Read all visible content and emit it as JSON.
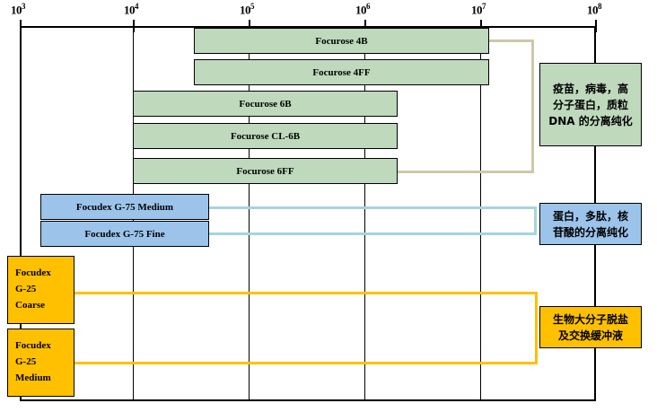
{
  "chart_data": {
    "type": "bar",
    "title": "",
    "xlabel": "",
    "ylabel": "",
    "orientation": "horizontal",
    "xscale": "log",
    "xlim": [
      1000,
      100000000
    ],
    "grid": true,
    "legend_position": "right-callouts",
    "axis": {
      "ticks": [
        {
          "label_base": "10",
          "label_exp": "3",
          "value": 1000
        },
        {
          "label_base": "10",
          "label_exp": "4",
          "value": 10000
        },
        {
          "label_base": "10",
          "label_exp": "5",
          "value": 100000
        },
        {
          "label_base": "10",
          "label_exp": "6",
          "value": 1000000
        },
        {
          "label_base": "10",
          "label_exp": "7",
          "value": 10000000
        },
        {
          "label_base": "10",
          "label_exp": "8",
          "value": 100000000
        }
      ]
    },
    "series": [
      {
        "name": "Focurose 4B",
        "group": "agarose",
        "color": "#bed9bc",
        "range": [
          60000,
          20000000
        ]
      },
      {
        "name": "Focurose 4FF",
        "group": "agarose",
        "color": "#bed9bc",
        "range": [
          60000,
          20000000
        ]
      },
      {
        "name": "Focurose 6B",
        "group": "agarose",
        "color": "#bed9bc",
        "range": [
          10000,
          4000000
        ]
      },
      {
        "name": "Focurose CL-6B",
        "group": "agarose",
        "color": "#bed9bc",
        "range": [
          10000,
          4000000
        ]
      },
      {
        "name": "Focurose 6FF",
        "group": "agarose",
        "color": "#bed9bc",
        "range": [
          10000,
          4000000
        ]
      },
      {
        "name": "Focudex G-75 Medium",
        "group": "dextran-75",
        "color": "#9cc3ea",
        "range": [
          3000,
          50000
        ]
      },
      {
        "name": "Focudex G-75 Fine",
        "group": "dextran-75",
        "color": "#9cc3ea",
        "range": [
          3000,
          50000
        ]
      },
      {
        "name": "Focudex G-25 Coarse",
        "name_lines": [
          "Focudex",
          "G-25",
          "Coarse"
        ],
        "group": "dextran-25",
        "color": "#ffc000",
        "range": [
          1000,
          5000
        ]
      },
      {
        "name": "Focudex G-25 Medium",
        "name_lines": [
          "Focudex",
          "G-25",
          "Medium"
        ],
        "group": "dextran-25",
        "color": "#ffc000",
        "range": [
          1000,
          5000
        ]
      }
    ],
    "annotations": [
      {
        "id": "agarose-note",
        "group": "agarose",
        "lines": [
          "疫苗，病毒，高",
          "分子蛋白，质粒",
          "DNA 的分离纯化"
        ],
        "color": "#bed9bc"
      },
      {
        "id": "dextran75-note",
        "group": "dextran-75",
        "lines": [
          "蛋白，多肽，核",
          "苷酸的分离纯化"
        ],
        "color": "#9cc3ea"
      },
      {
        "id": "dextran25-note",
        "group": "dextran-25",
        "lines": [
          "生物大分子脱盐",
          "及交换缓冲液"
        ],
        "color": "#ffc000"
      }
    ]
  },
  "bars": {
    "b0": "Focurose 4B",
    "b1": "Focurose 4FF",
    "b2": "Focurose 6B",
    "b3": "Focurose CL-6B",
    "b4": "Focurose 6FF",
    "b5": "Focudex G-75 Medium",
    "b6": "Focudex G-75 Fine",
    "b7l1": "Focudex",
    "b7l2": "G-25",
    "b7l3": "Coarse",
    "b8l1": "Focudex",
    "b8l2": "G-25",
    "b8l3": "Medium"
  },
  "ticks": {
    "t0": "10",
    "t0e": "3",
    "t1": "10",
    "t1e": "4",
    "t2": "10",
    "t2e": "5",
    "t3": "10",
    "t3e": "6",
    "t4": "10",
    "t4e": "7",
    "t5": "10",
    "t5e": "8"
  },
  "notes": {
    "green_l1": "疫苗，病毒，高",
    "green_l2": "分子蛋白，质粒",
    "green_l3": "DNA 的分离纯化",
    "blue_l1": "蛋白，多肽，核",
    "blue_l2": "苷酸的分离纯化",
    "yellow_l1": "生物大分子脱盐",
    "yellow_l2": "及交换缓冲液"
  },
  "colors": {
    "green_fill": "#bed9bc",
    "blue_fill": "#9cc3ea",
    "yellow_fill": "#ffc000",
    "green_connector": "#ccc9a8",
    "blue_connector": "#a6d4dd",
    "yellow_connector": "#ffc000",
    "axis": "#000000"
  }
}
